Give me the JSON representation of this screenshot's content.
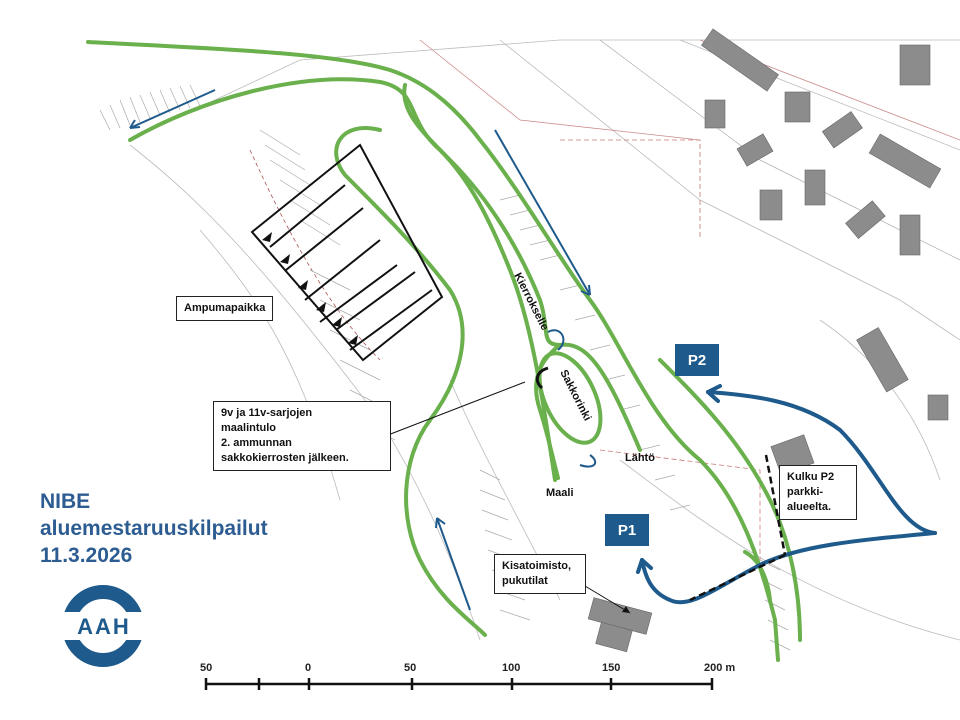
{
  "title": {
    "line1": "NIBE",
    "line2": "aluemestaruuskilpailut",
    "line3": "11.3.2026"
  },
  "logo": {
    "text": "AAH",
    "color": "#1e5a8c"
  },
  "labels": {
    "shooting_range": "Ampumapaikka",
    "finish_note": [
      "9v ja 11v-sarjojen",
      "maalintulo",
      "2. ammunnan",
      "sakkokierrosten jälkeen."
    ],
    "to_loop": "Kierrokselle",
    "penalty_loop": "Sakkorinki",
    "start": "Lähtö",
    "finish": "Maali",
    "parking_p1": "P1",
    "parking_p2": "P2",
    "route_from_p2": [
      "Kulku P2",
      "parkki-",
      "alueelta."
    ],
    "office": [
      "Kisatoimisto,",
      "pukutilat"
    ]
  },
  "scale": {
    "ticks": [
      "50",
      "0",
      "50",
      "100",
      "150",
      "200 m"
    ]
  },
  "colors": {
    "trail": "#6ab04c",
    "arrow": "#1e5a8c",
    "title": "#2c5c91",
    "building": "#8c8c8c"
  }
}
